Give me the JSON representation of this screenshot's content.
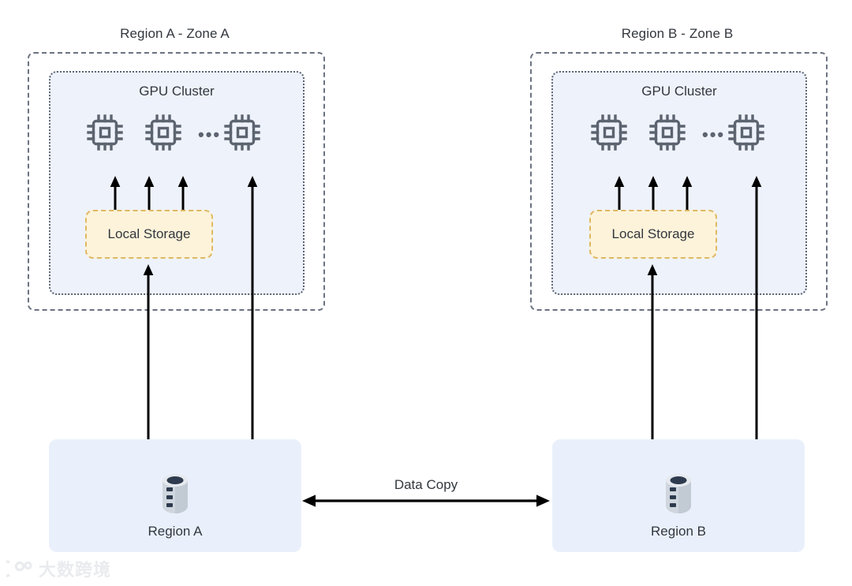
{
  "diagram": {
    "title_left": "Region A - Zone A",
    "title_right": "Region B - Zone B",
    "cluster_label": "GPU Cluster",
    "storage_label": "Local Storage",
    "ellipsis": "•••",
    "region_a_label": "Region A",
    "region_b_label": "Region B",
    "data_copy_label": "Data Copy",
    "chip_icon_name": "gpu-chip-icon",
    "database_icon_name": "database-cylinder-icon",
    "colors": {
      "cluster_fill": "#eef2fb",
      "region_fill": "#eaf0fb",
      "storage_fill": "#fdf3da",
      "storage_border": "#dfb863",
      "zone_border": "#6b7280",
      "cluster_border": "#5c6470",
      "chip_stroke": "#5c6470",
      "arrow": "#000000",
      "text": "#32373e"
    }
  },
  "watermark": {
    "text": "大数跨境"
  }
}
